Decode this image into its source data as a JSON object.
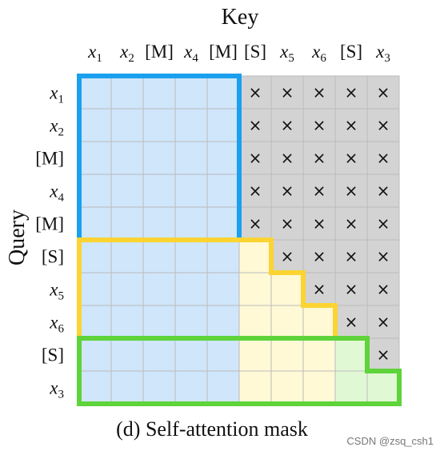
{
  "key_title": "Key",
  "query_title": "Query",
  "caption": "(d)  Self-attention mask",
  "watermark": "CSDN @zsq_csh1",
  "tokens": [
    "x1",
    "x2",
    "[M]",
    "x4",
    "[M]",
    "[S]",
    "x5",
    "x6",
    "[S]",
    "x3"
  ],
  "attend": [
    [
      1,
      1,
      1,
      1,
      1,
      0,
      0,
      0,
      0,
      0
    ],
    [
      1,
      1,
      1,
      1,
      1,
      0,
      0,
      0,
      0,
      0
    ],
    [
      1,
      1,
      1,
      1,
      1,
      0,
      0,
      0,
      0,
      0
    ],
    [
      1,
      1,
      1,
      1,
      1,
      0,
      0,
      0,
      0,
      0
    ],
    [
      1,
      1,
      1,
      1,
      1,
      0,
      0,
      0,
      0,
      0
    ],
    [
      1,
      1,
      1,
      1,
      1,
      1,
      0,
      0,
      0,
      0
    ],
    [
      1,
      1,
      1,
      1,
      1,
      1,
      1,
      0,
      0,
      0
    ],
    [
      1,
      1,
      1,
      1,
      1,
      1,
      1,
      1,
      0,
      0
    ],
    [
      1,
      1,
      1,
      1,
      1,
      1,
      1,
      1,
      1,
      0
    ],
    [
      1,
      1,
      1,
      1,
      1,
      1,
      1,
      1,
      1,
      1
    ]
  ],
  "masked_symbol": "×",
  "colors": {
    "blue_fill": "#cfe6fb",
    "yellow_fill": "#fff9d6",
    "green_fill": "#e1f8d5",
    "gray_fill": "#d3d3d3",
    "grid_line": "#bbbbbb",
    "blue_border": "#1aa0ee",
    "yellow_border": "#fbd431",
    "green_border": "#5fd33a"
  }
}
